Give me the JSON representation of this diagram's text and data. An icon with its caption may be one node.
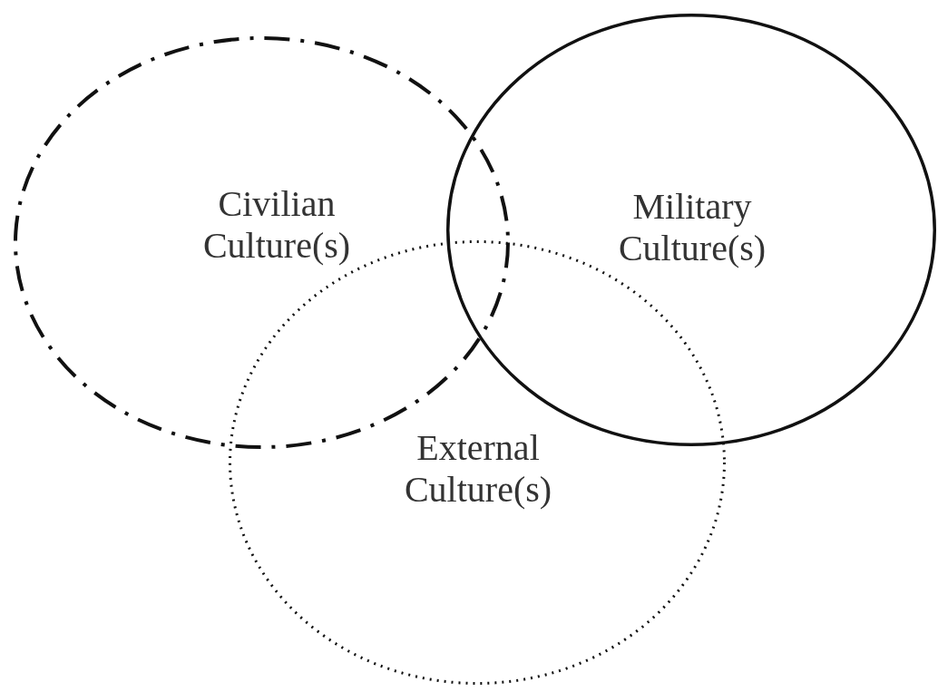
{
  "diagram": {
    "nodes": [
      {
        "text": [
          "Civilian Culture(s)"
        ]
      },
      {
        "text": [
          "Military Culture(s)"
        ]
      },
      {
        "text": [
          "External Culture(s)"
        ]
      }
    ]
  }
}
